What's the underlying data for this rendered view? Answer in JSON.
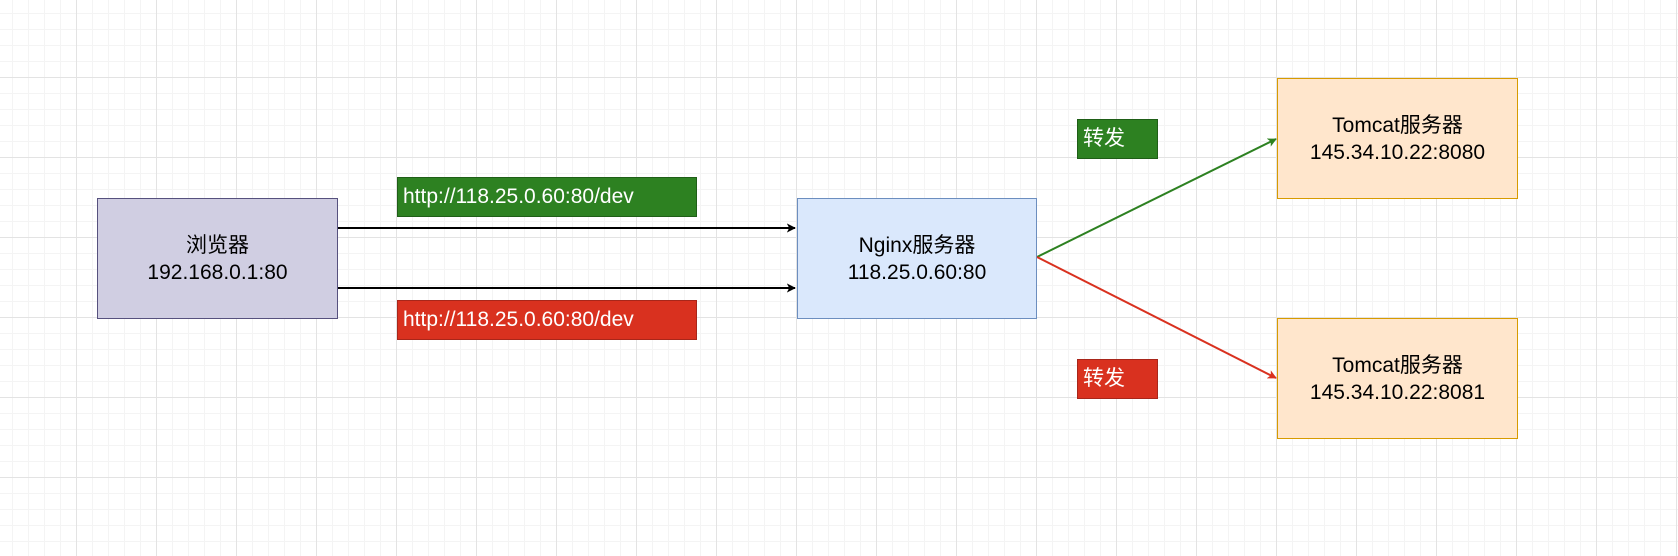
{
  "colors": {
    "green": "#2d8121",
    "red": "#d9311f",
    "black": "#000000",
    "browser_fill": "#d0cee2",
    "browser_stroke": "#56517e",
    "nginx_fill": "#dae8fc",
    "nginx_stroke": "#6c8ebf",
    "tomcat_fill": "#ffe6cc",
    "tomcat_stroke": "#d79b00"
  },
  "nodes": {
    "browser": {
      "line1": "浏览器",
      "line2": "192.168.0.1:80"
    },
    "nginx": {
      "line1": "Nginx服务器",
      "line2": "118.25.0.60:80"
    },
    "tomcat_a": {
      "line1": "Tomcat服务器",
      "line2": "145.34.10.22:8080"
    },
    "tomcat_b": {
      "line1": "Tomcat服务器",
      "line2": "145.34.10.22:8081"
    }
  },
  "labels": {
    "request_top": "http://118.25.0.60:80/dev",
    "request_bottom": "http://118.25.0.60:80/dev",
    "forward_top": "转发",
    "forward_bottom": "转发"
  }
}
